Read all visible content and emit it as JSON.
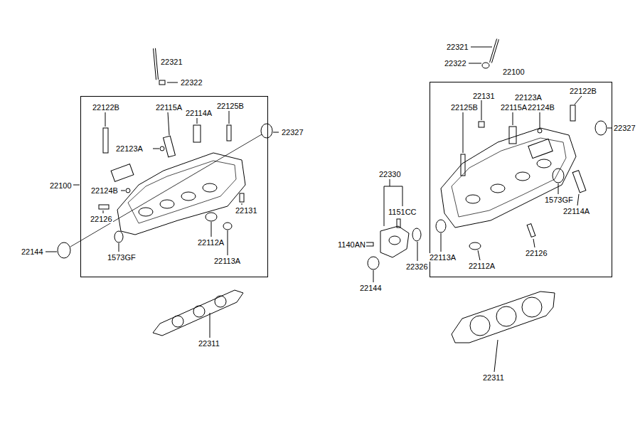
{
  "diagram": {
    "nodes": [
      {
        "text": [
          "22100"
        ]
      },
      {
        "text": [
          "22100"
        ]
      }
    ],
    "labels": [
      "22321",
      "22322",
      "22122B",
      "22115A",
      "22114A",
      "22125B",
      "22327",
      "22123A",
      "22124B",
      "22126",
      "22131",
      "22144",
      "1573GF",
      "22112A",
      "22113A",
      "22311",
      "22321",
      "22322",
      "22131",
      "22123A",
      "22122B",
      "22125B",
      "22115A",
      "22124B",
      "22327",
      "1573GF",
      "22114A",
      "22330",
      "1151CC",
      "1140AN",
      "22326",
      "22144",
      "22113A",
      "22112A",
      "22126",
      "22311"
    ]
  }
}
